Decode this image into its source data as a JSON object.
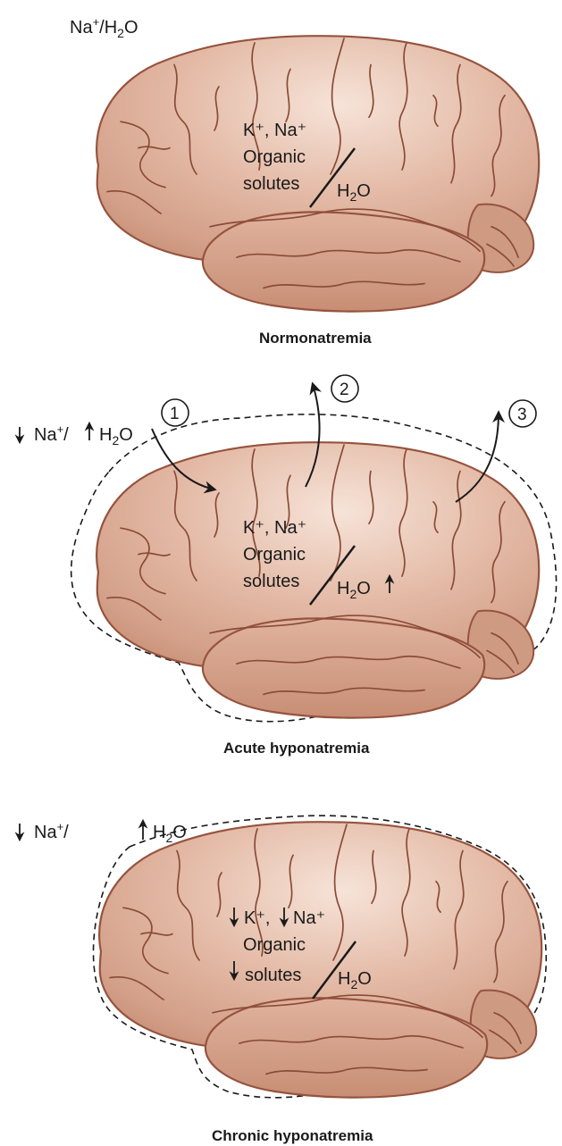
{
  "colors": {
    "brain_light": "#f6e3d8",
    "brain_mid": "#dbab94",
    "brain_dark": "#c2876f",
    "sulcus": "#8a4b37",
    "outline": "#96533e",
    "ink": "#1a1a1a"
  },
  "panels": [
    {
      "caption": "Normonatremia",
      "outside": {
        "na": "Na",
        "sup": "+",
        "slash": "/H",
        "sub": "2",
        "o": "O"
      },
      "inside": {
        "line1": "K⁺, Na⁺",
        "line2": "Organic",
        "line3": "solutes",
        "h": "H",
        "sub": "2",
        "o": "O"
      }
    },
    {
      "caption": "Acute hyponatremia",
      "outside": {
        "na": "Na",
        "sup": "+",
        "slash": "/",
        "h": "H",
        "sub": "2",
        "o": "O"
      },
      "inside": {
        "line1": "K⁺, Na⁺",
        "line2": "Organic",
        "line3": "solutes",
        "h": "H",
        "sub": "2",
        "o": "O"
      },
      "steps": [
        "1",
        "2",
        "3"
      ]
    },
    {
      "caption": "Chronic hyponatremia",
      "outside": {
        "na": "Na",
        "sup": "+",
        "slash": "/",
        "h": "H",
        "sub": "2",
        "o": "O"
      },
      "inside": {
        "line1a": "K⁺,",
        "line1b": "Na⁺",
        "line2": "Organic",
        "line3": "solutes",
        "h": "H",
        "sub": "2",
        "o": "O"
      }
    }
  ]
}
